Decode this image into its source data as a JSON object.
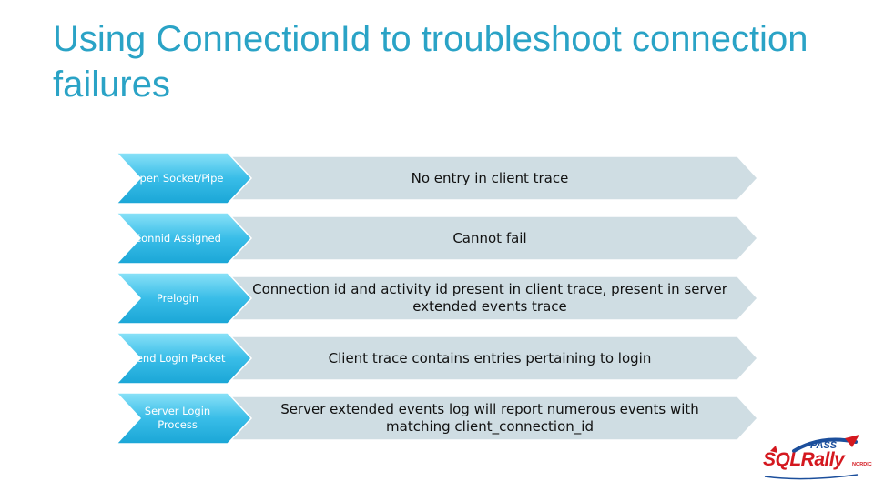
{
  "slide": {
    "title": "Using ConnectionId to troubleshoot connection failures"
  },
  "steps": [
    {
      "label": "Open Socket/Pipe",
      "description": "No entry in client trace"
    },
    {
      "label": "Connid Assigned",
      "description": "Cannot fail"
    },
    {
      "label": "Prelogin",
      "description": "Connection id and activity id present in client trace, present in server extended events trace"
    },
    {
      "label": "Send Login Packet",
      "description": "Client trace contains entries pertaining to login"
    },
    {
      "label": "Server Login Process",
      "description": "Server extended events log will report numerous events with matching client_connection_id"
    }
  ],
  "logo": {
    "pass": "PASS",
    "name": "SQLRally",
    "sub": "NORDIC"
  },
  "colors": {
    "title": "#2aa3c6",
    "chevron_top": "#7fdcf6",
    "chevron_bottom": "#1aa6d6",
    "bar_fill": "#cfdde3",
    "logo_red": "#d4181f",
    "logo_blue": "#1c4f9c"
  }
}
